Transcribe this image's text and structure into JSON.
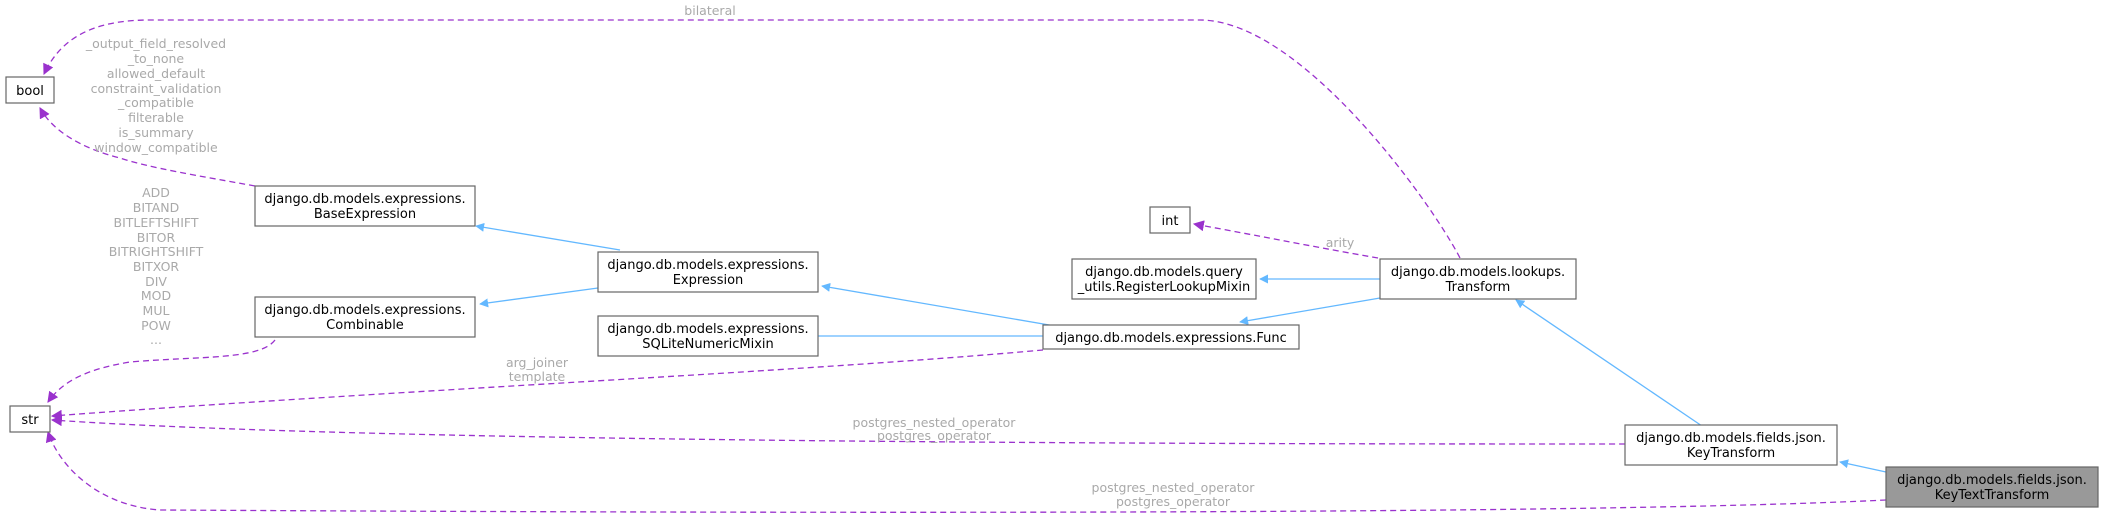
{
  "nodes": {
    "bool": "bool",
    "str": "str",
    "int": "int",
    "base_expression": [
      "django.db.models.expressions.",
      "BaseExpression"
    ],
    "combinable": [
      "django.db.models.expressions.",
      "Combinable"
    ],
    "expression": [
      "django.db.models.expressions.",
      "Expression"
    ],
    "sqlite_mixin": [
      "django.db.models.expressions.",
      "SQLiteNumericMixin"
    ],
    "func": "django.db.models.expressions.Func",
    "register_lookup": [
      "django.db.models.query",
      "_utils.RegisterLookupMixin"
    ],
    "transform": [
      "django.db.models.lookups.",
      "Transform"
    ],
    "key_transform": [
      "django.db.models.fields.json.",
      "KeyTransform"
    ],
    "key_text_transform": [
      "django.db.models.fields.json.",
      "KeyTextTransform"
    ]
  },
  "edge_labels": {
    "bilateral": "bilateral",
    "base_to_bool": [
      "_output_field_resolved",
      "_to_none",
      "allowed_default",
      "constraint_validation",
      "_compatible",
      "filterable",
      "is_summary",
      "window_compatible"
    ],
    "combinable_to_str": [
      "ADD",
      "BITAND",
      "BITLEFTSHIFT",
      "BITOR",
      "BITRIGHTSHIFT",
      "BITXOR",
      "DIV",
      "MOD",
      "MUL",
      "POW",
      "..."
    ],
    "arity": "arity",
    "func_to_str": [
      "arg_joiner",
      "template"
    ],
    "key_transform_to_str": [
      "postgres_nested_operator",
      "postgres_operator"
    ],
    "key_text_transform_to_str": [
      "postgres_nested_operator",
      "postgres_operator"
    ]
  }
}
